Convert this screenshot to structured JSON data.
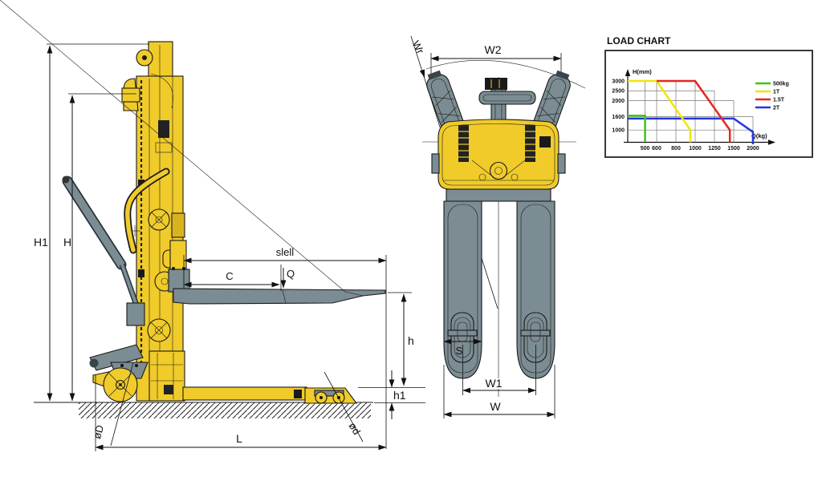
{
  "drawing_colors": {
    "body_yellow": "#F0CB2A",
    "steel_gray": "#7B8C92",
    "outline": "#1a1a1a"
  },
  "side_view": {
    "labels": {
      "H1": "H1",
      "H": "H",
      "slell": "slell",
      "C": "C",
      "Q": "Q",
      "h": "h",
      "h1": "h1",
      "L": "L",
      "front_wheel_diameter": "øD",
      "tandem_roller_diameter": "ød"
    }
  },
  "front_view": {
    "labels": {
      "Wr": "Wr",
      "W2": "W2",
      "S": "S",
      "W1": "W1",
      "W": "W"
    }
  },
  "chart_data": {
    "type": "line",
    "title": "LOAD CHART",
    "xlabel": "Q(kg)",
    "ylabel": "H(mm)",
    "x_ticks": [
      500,
      600,
      800,
      1000,
      1250,
      1500,
      2000
    ],
    "y_ticks": [
      1000,
      1600,
      2000,
      2500,
      3000
    ],
    "xlim": [
      0,
      2150
    ],
    "ylim": [
      0,
      3300
    ],
    "grid": "staircase",
    "legend_position": "right",
    "v_gridlines": [
      {
        "x": 500,
        "ymax": 3000
      },
      {
        "x": 600,
        "ymax": 3000
      },
      {
        "x": 800,
        "ymax": 3000
      },
      {
        "x": 1000,
        "ymax": 3000
      },
      {
        "x": 1250,
        "ymax": 2500
      },
      {
        "x": 1500,
        "ymax": 2000
      },
      {
        "x": 2000,
        "ymax": 1600
      }
    ],
    "h_gridlines": [
      {
        "y": 1000,
        "xmax": 2000
      },
      {
        "y": 1600,
        "xmax": 2000
      },
      {
        "y": 2000,
        "xmax": 1500
      },
      {
        "y": 2500,
        "xmax": 1250
      },
      {
        "y": 3000,
        "xmax": 1000
      }
    ],
    "series": [
      {
        "name": "2T",
        "color": "#2436df",
        "pixel_dy": 2.5,
        "points": [
          [
            0,
            1600
          ],
          [
            1500,
            1600
          ],
          [
            2000,
            1000
          ],
          [
            2000,
            0
          ]
        ]
      },
      {
        "name": "500kg",
        "color": "#3fc414",
        "pixel_dy": -1,
        "points": [
          [
            0,
            1600
          ],
          [
            500,
            1600
          ],
          [
            500,
            0
          ]
        ]
      },
      {
        "name": "1T",
        "color": "#f2e30e",
        "pixel_dy": 0,
        "points": [
          [
            0,
            3000
          ],
          [
            600,
            3000
          ],
          [
            950,
            1000
          ],
          [
            950,
            0
          ]
        ]
      },
      {
        "name": "1.5T",
        "color": "#e8251f",
        "pixel_dy": 0,
        "points": [
          [
            600,
            3000
          ],
          [
            1000,
            3000
          ],
          [
            1450,
            1000
          ],
          [
            1450,
            0
          ]
        ]
      }
    ],
    "legend_order": [
      "500kg",
      "1T",
      "1.5T",
      "2T"
    ]
  }
}
